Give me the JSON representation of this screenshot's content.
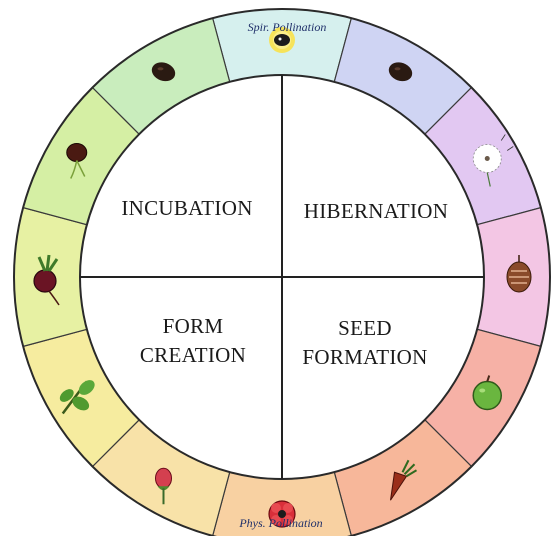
{
  "quadrants": {
    "top_left": "INCUBATION",
    "top_right": "HIBERNATION",
    "bottom_left": [
      "FORM",
      "CREATION"
    ],
    "bottom_right": [
      "SEED",
      "FORMATION"
    ]
  },
  "rim_labels": {
    "top": "Spir. Pollination",
    "bottom": "Phys. Pollination"
  },
  "ring_segments": [
    {
      "icon": "sunflower-seed-icon",
      "color": "#d6f0ee"
    },
    {
      "icon": "bean-seed-icon",
      "color": "#cfd4f3"
    },
    {
      "icon": "dandelion-icon",
      "color": "#e2c8f2"
    },
    {
      "icon": "seed-pod-icon",
      "color": "#f3c6e4"
    },
    {
      "icon": "apple-icon",
      "color": "#f6b1a6"
    },
    {
      "icon": "carrot-icon",
      "color": "#f7b79a"
    },
    {
      "icon": "red-flower-icon",
      "color": "#f8d1a2"
    },
    {
      "icon": "rose-bud-icon",
      "color": "#f8e2a8"
    },
    {
      "icon": "leafy-stem-icon",
      "color": "#f6ec9f"
    },
    {
      "icon": "beet-root-icon",
      "color": "#e7f1a3"
    },
    {
      "icon": "sprouting-seed-icon",
      "color": "#d5efa4"
    },
    {
      "icon": "bean-seed-icon",
      "color": "#c9edbd"
    }
  ]
}
